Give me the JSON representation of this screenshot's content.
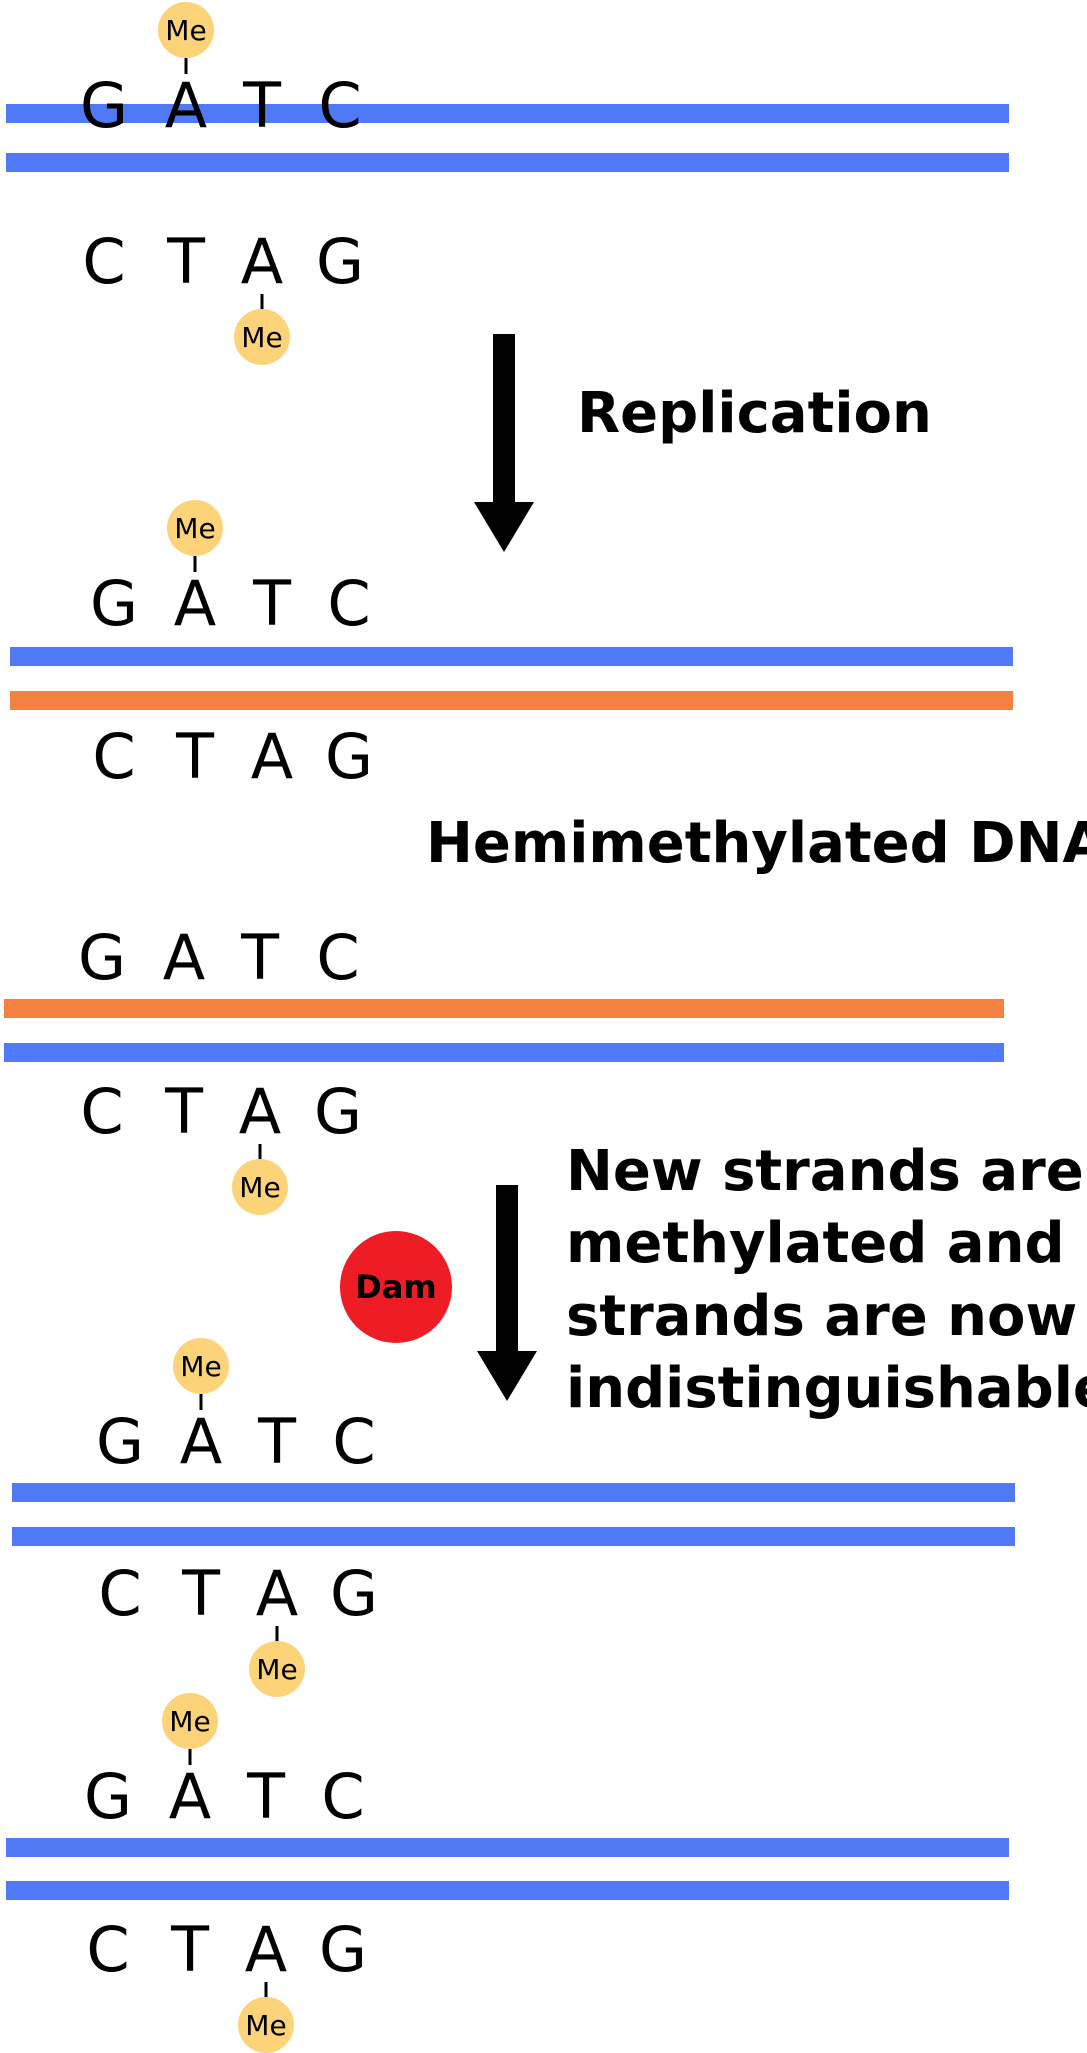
{
  "colors": {
    "parent_strand": "#5079F6",
    "new_strand": "#F4813F",
    "methyl_group": "#FCD378",
    "dam_enzyme": "#EE1C25",
    "text": "#000000"
  },
  "labels": {
    "replication": "Replication",
    "hemimethylated": "Hemimethylated DNA",
    "methylation_note": [
      "New strands are",
      "methylated and",
      "strands are now",
      "indistinguishable"
    ]
  },
  "enzyme": {
    "label": "Dam",
    "icon": "dam-enzyme-icon"
  },
  "methyl_label": "Me",
  "duplexes": [
    {
      "name": "parental-duplex",
      "top": {
        "bases": [
          "G",
          "A",
          "T",
          "C"
        ],
        "strand": "parent",
        "methylated_base": "A"
      },
      "bottom": {
        "bases": [
          "C",
          "T",
          "A",
          "G"
        ],
        "strand": "parent",
        "methylated_base": "A"
      }
    },
    {
      "name": "daughter-duplex-1",
      "top": {
        "bases": [
          "G",
          "A",
          "T",
          "C"
        ],
        "strand": "parent",
        "methylated_base": "A"
      },
      "bottom": {
        "bases": [
          "C",
          "T",
          "A",
          "G"
        ],
        "strand": "new",
        "methylated_base": null
      }
    },
    {
      "name": "daughter-duplex-2",
      "top": {
        "bases": [
          "G",
          "A",
          "T",
          "C"
        ],
        "strand": "new",
        "methylated_base": null
      },
      "bottom": {
        "bases": [
          "C",
          "T",
          "A",
          "G"
        ],
        "strand": "parent",
        "methylated_base": "A"
      }
    },
    {
      "name": "methylated-duplex-1",
      "top": {
        "bases": [
          "G",
          "A",
          "T",
          "C"
        ],
        "strand": "parent",
        "methylated_base": "A"
      },
      "bottom": {
        "bases": [
          "C",
          "T",
          "A",
          "G"
        ],
        "strand": "parent",
        "methylated_base": "A"
      }
    },
    {
      "name": "methylated-duplex-2",
      "top": {
        "bases": [
          "G",
          "A",
          "T",
          "C"
        ],
        "strand": "parent",
        "methylated_base": "A"
      },
      "bottom": {
        "bases": [
          "C",
          "T",
          "A",
          "G"
        ],
        "strand": "parent",
        "methylated_base": "A"
      }
    }
  ]
}
